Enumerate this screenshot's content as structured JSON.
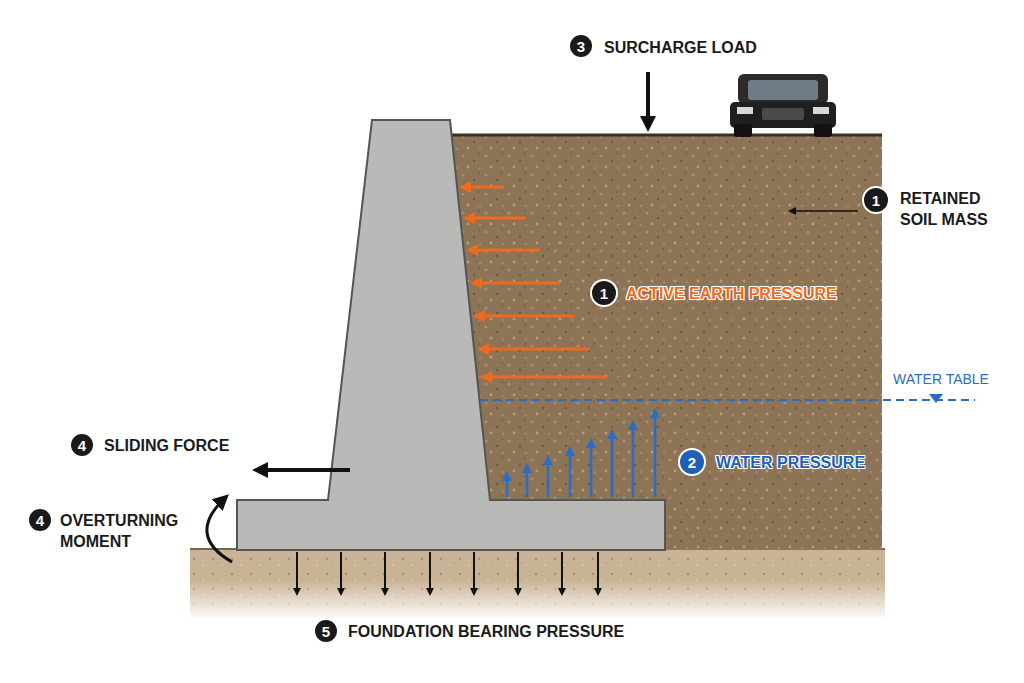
{
  "diagram": {
    "nodes": [
      {
        "text": [
          "3"
        ]
      },
      {
        "text": [
          "1"
        ]
      },
      {
        "text": [
          "1"
        ]
      },
      {
        "text": [
          "4"
        ]
      },
      {
        "text": [
          "2"
        ]
      },
      {
        "text": [
          "4"
        ]
      },
      {
        "text": [
          "5"
        ]
      }
    ],
    "labels": [
      "SURCHARGE LOAD",
      "RETAINED SOIL MASS",
      "ACTIVE EARTH PRESSURE",
      "WATER TABLE",
      "SLIDING FORCE",
      "WATER PRESSURE",
      "OVERTURNING MOMENT",
      "FOUNDATION BEARING PRESSURE"
    ]
  }
}
